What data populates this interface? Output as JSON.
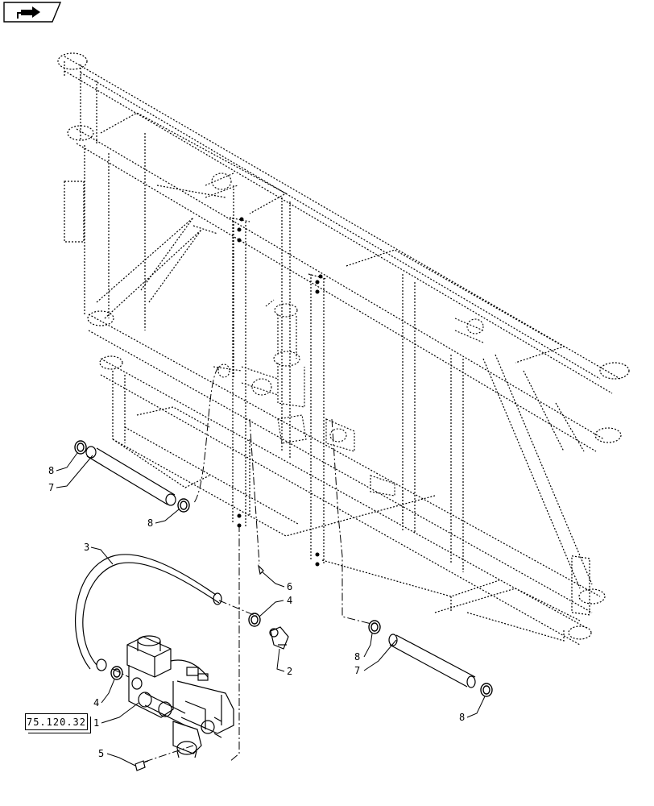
{
  "reference": {
    "label": "75.120.32"
  },
  "callouts": [
    {
      "id": "c1",
      "text": "1"
    },
    {
      "id": "c2",
      "text": "2"
    },
    {
      "id": "c3",
      "text": "3"
    },
    {
      "id": "c4a",
      "text": "4"
    },
    {
      "id": "c4b",
      "text": "4"
    },
    {
      "id": "c5",
      "text": "5"
    },
    {
      "id": "c6",
      "text": "6"
    },
    {
      "id": "c7a",
      "text": "7"
    },
    {
      "id": "c7b",
      "text": "7"
    },
    {
      "id": "c8a",
      "text": "8"
    },
    {
      "id": "c8b",
      "text": "8"
    },
    {
      "id": "c8c",
      "text": "8"
    },
    {
      "id": "c8d",
      "text": "8"
    }
  ],
  "icons": {
    "nav": "next-page-arrow-icon"
  }
}
